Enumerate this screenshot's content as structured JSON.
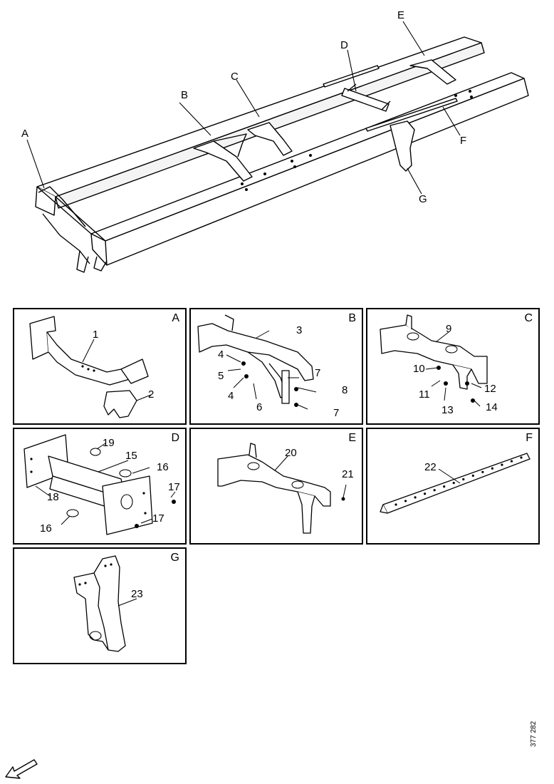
{
  "overview": {
    "labels": [
      "A",
      "B",
      "C",
      "D",
      "E",
      "F",
      "G"
    ]
  },
  "panels": [
    {
      "letter": "A",
      "callouts": [
        "1",
        "2"
      ]
    },
    {
      "letter": "B",
      "callouts": [
        "3",
        "4",
        "5",
        "4",
        "6",
        "7",
        "8",
        "7"
      ]
    },
    {
      "letter": "C",
      "callouts": [
        "9",
        "10",
        "11",
        "12",
        "13",
        "14"
      ]
    },
    {
      "letter": "D",
      "callouts": [
        "19",
        "15",
        "16",
        "18",
        "17",
        "16",
        "17"
      ]
    },
    {
      "letter": "E",
      "callouts": [
        "20",
        "21"
      ]
    },
    {
      "letter": "F",
      "callouts": [
        "22"
      ]
    },
    {
      "letter": "G",
      "callouts": [
        "23"
      ]
    }
  ],
  "document_reference": "377 282",
  "icons": {
    "direction_arrow": "front-direction-arrow-icon"
  }
}
